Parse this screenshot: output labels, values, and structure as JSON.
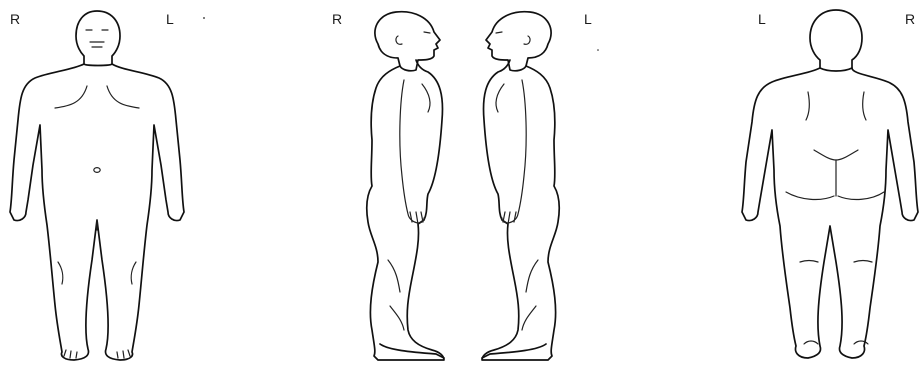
{
  "diagram": {
    "panels": [
      {
        "view": "anterior",
        "side_left_label": "R",
        "side_right_label": "L"
      },
      {
        "view": "lateral",
        "side_left_label": "R",
        "side_right_label": "L"
      },
      {
        "view": "posterior",
        "side_left_label": "L",
        "side_right_label": "R"
      }
    ]
  }
}
